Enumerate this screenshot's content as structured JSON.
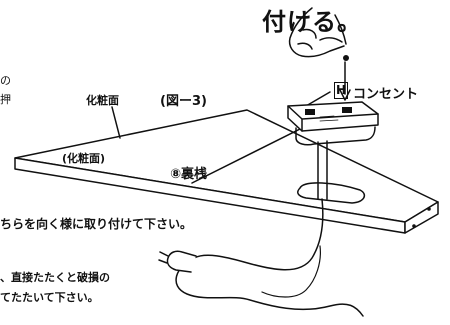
{
  "heading": "付ける。",
  "fragments": {
    "line1": "の",
    "line2": "押"
  },
  "labels": {
    "makeup_top": "化粧面",
    "figure": "(図ー3)",
    "makeup_board": "(化粧面)",
    "back_rail": "⑧裏桟",
    "outlet_letter": "H",
    "outlet": "コンセント"
  },
  "notes": {
    "note1": "ちらを向く様に取り付けて下さい。",
    "note2": "、直接たたくと破損の",
    "note3": "てたたいて下さい。"
  },
  "icons": {
    "hand": "pointing-hand-icon",
    "plug": "power-plug-icon"
  }
}
